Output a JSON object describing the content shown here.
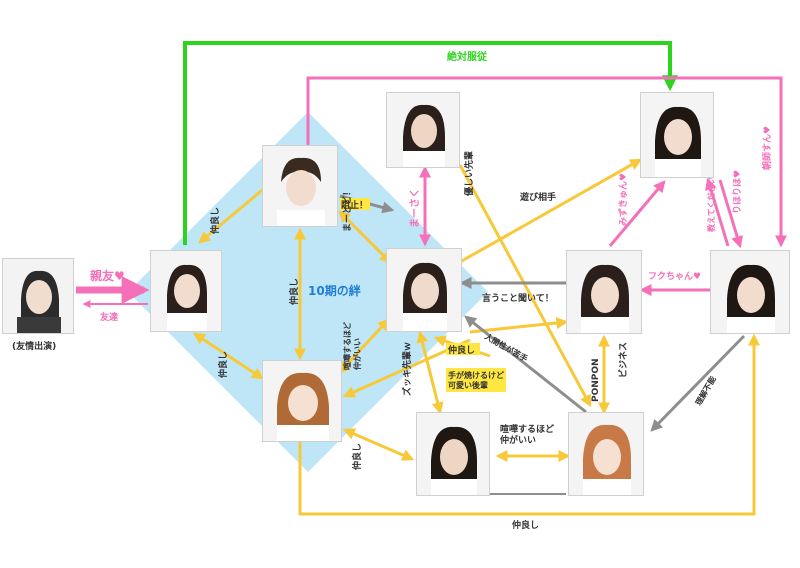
{
  "header": {
    "band_label": "10期の絆"
  },
  "caption": {
    "friendship_appearance": "(友情出演)"
  },
  "relations": {
    "absolute_obedience": "絶対服従",
    "best_friend": "親友♥",
    "friend": "友達",
    "nakayoshi_top": "仲良し",
    "nakayoshi_left": "仲良し",
    "nakayoshi_center": "仲良し",
    "nakayoshi_mid": "仲良し",
    "nakayoshi_bottom_left": "仲良し",
    "nakayoshi_bottom": "仲良し",
    "stop": "阻止！",
    "maasaku_mid": "まーどど！",
    "maasaku": "まーさく",
    "yasashii_senpai": "優しい先輩",
    "asobi_aite": "遊び相手",
    "mizuki_kyun": "みずきゅん♥",
    "rihoriho": "りほりほ♥",
    "teacher_please": "教えてください",
    "asumi": "朝師すん♥",
    "fuku_chan": "フクちゃん♥",
    "listen": "言うこと聞いて！",
    "kenka_top": "喧嘩するほど\n仲がいい",
    "kenka_bottom": "喧嘩するほど\n仲がいい",
    "zukki": "ズッキ先輩ｗ",
    "cute_kouhai": "手が焼けるけど\n可愛い後輩",
    "ningensei": "人間性が苦手",
    "ponpon": "PONPON",
    "business": "ビジネス",
    "kanashii": "理解不能"
  },
  "members": [
    {
      "id": "guest",
      "name": "guest-member"
    },
    {
      "id": "leftmid",
      "name": "member-left"
    },
    {
      "id": "diamondtop",
      "name": "member-diamond-top"
    },
    {
      "id": "center",
      "name": "member-center"
    },
    {
      "id": "diamondbottom",
      "name": "member-diamond-bottom"
    },
    {
      "id": "topmid",
      "name": "member-top-middle"
    },
    {
      "id": "bottommid",
      "name": "member-bottom-middle"
    },
    {
      "id": "topright",
      "name": "member-top-right"
    },
    {
      "id": "midright",
      "name": "member-middle-right"
    },
    {
      "id": "farright",
      "name": "member-far-right"
    },
    {
      "id": "bottomright",
      "name": "member-bottom-right"
    }
  ],
  "colors": {
    "pink": "#f470b8",
    "green": "#2ed320",
    "yellow": "#f7c838",
    "gray": "#8e8e8e",
    "diamond": "#bfe6f7",
    "label_blue": "#1f7fd4"
  }
}
